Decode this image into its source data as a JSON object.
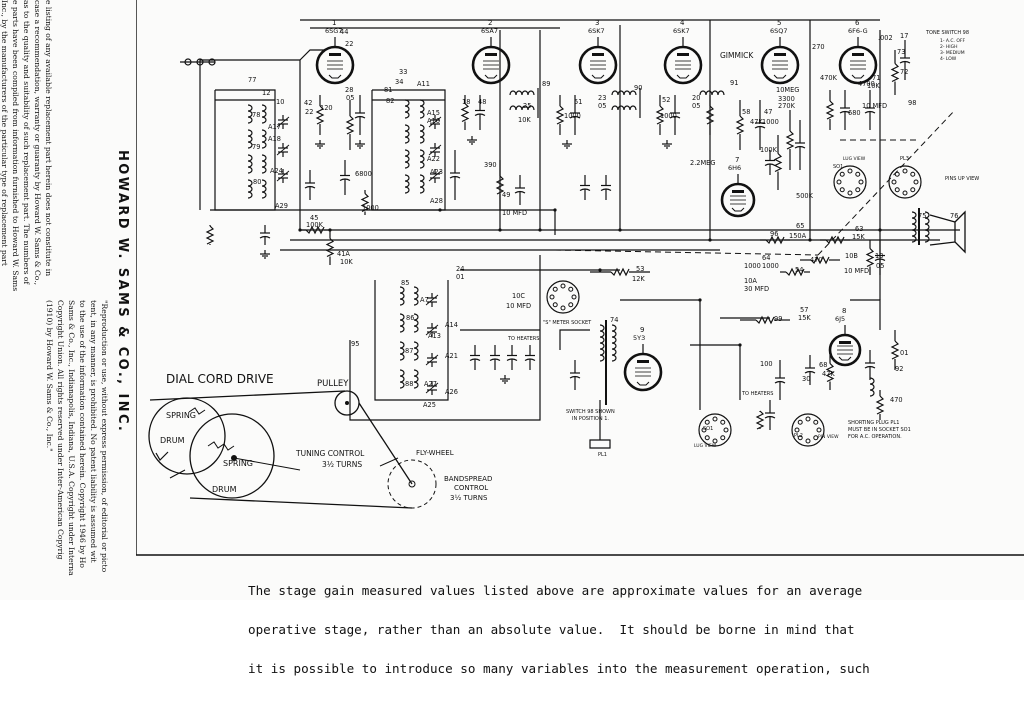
{
  "side_legal": {
    "column_1": [
      "e listing of any available replacement part herein does not constitute in",
      "case a recommendation, warranty or guaranty by Howard W. Sams & Co.,",
      "as to the quality and suitability of such replacement part. The numbers of",
      "e parts have been compiled from information furnished to Howard W. Sams",
      "Inc., by the manufacturers of the particular type of replacement part",
      "Co.,"
    ],
    "column_2": [
      "\"Reproduction or use, without express permission, of editorial or picto",
      "tent, in any manner, is prohibited. No patent liability is assumed wit",
      "to the use of the information contained herein. Copyright 1946 by Ho",
      "Copyright Union. All rights reserved under Inter-American Copyrig",
      "(1910) by Howard W. Sams & Co., Inc.\""
    ],
    "column_2_mid": "Sams & Co., Inc., Indianapolis, Indiana, U.S.A. Copyright under Interna"
  },
  "brand": "HOWARD W. SAMS & CO., INC.",
  "tubes": [
    {
      "num": "1",
      "type": "6SG7"
    },
    {
      "num": "2",
      "type": "6SA7"
    },
    {
      "num": "3",
      "type": "6SK7"
    },
    {
      "num": "4",
      "type": "6SK7"
    },
    {
      "num": "5",
      "type": "6SQ7"
    },
    {
      "num": "6",
      "type": "6F6-G"
    },
    {
      "num": "7",
      "type": "6H6"
    },
    {
      "num": "8",
      "type": "6J5"
    },
    {
      "num": "9",
      "type": "5Y3"
    }
  ],
  "labels": {
    "gimmick": "GIMMICK",
    "tone_switch_title": "TONE SWITCH 98",
    "tone_positions": [
      "1- A.C. OFF",
      "2- HIGH",
      "3- MEDIUM",
      "4- LOW"
    ],
    "pins_up_view": "PINS UP VIEW",
    "s_meter_socket": "\"S\" METER SOCKET",
    "to_heaters_1": "TO HEATERS",
    "to_heaters_2": "TO HEATERS",
    "switch_note_1": "SWITCH 98 SHOWN",
    "switch_note_2": "IN POSITION 1.",
    "lug_view_1": "LUG VIEW",
    "lug_view_2": "LUG VIEW",
    "pin_view": "PIN VIEW",
    "shorting_note_1": "SHORTING PLUG PL1",
    "shorting_note_2": "MUST BE IN SOCKET SO1",
    "shorting_note_3": "FOR A.C. OPERATION.",
    "so1_a": "SO1",
    "so1_b": "SO1",
    "pl1": "PL1",
    "pl2": "PL2",
    "pl3": "PL3"
  },
  "dial_cord": {
    "title": "DIAL CORD DRIVE",
    "pulley": "PULLEY",
    "spring_1": "SPRING",
    "spring_2": "SPRING",
    "drum_1": "DRUM",
    "drum_2": "DRUM",
    "tuning_1": "TUNING CONTROL",
    "tuning_2": "3½ TURNS",
    "flywheel": "FLY-WHEEL",
    "bandspread_1": "BANDSPREAD",
    "bandspread_2": "CONTROL",
    "bandspread_3": "3½ TURNS"
  },
  "component_values": [
    {
      "id": "c1",
      "text": "44"
    },
    {
      "id": "c2",
      "text": "22"
    },
    {
      "id": "c3",
      "text": "120"
    },
    {
      "id": "c4",
      "text": "28"
    },
    {
      "id": "c5",
      "text": "05"
    },
    {
      "id": "c6",
      "text": "42"
    },
    {
      "id": "c7",
      "text": "22"
    },
    {
      "id": "c8",
      "text": "77"
    },
    {
      "id": "c9",
      "text": "12"
    },
    {
      "id": "c10",
      "text": "10"
    },
    {
      "id": "c11",
      "text": "78"
    },
    {
      "id": "c12",
      "text": "A17"
    },
    {
      "id": "c13",
      "text": "A18"
    },
    {
      "id": "c14",
      "text": "79"
    },
    {
      "id": "c15",
      "text": "A24"
    },
    {
      "id": "c16",
      "text": "80"
    },
    {
      "id": "c17",
      "text": "A29"
    },
    {
      "id": "c18",
      "text": "81"
    },
    {
      "id": "c19",
      "text": "33"
    },
    {
      "id": "c20",
      "text": "34"
    },
    {
      "id": "c21",
      "text": "A11"
    },
    {
      "id": "c22",
      "text": "82"
    },
    {
      "id": "c23",
      "text": "A15"
    },
    {
      "id": "c24",
      "text": "A16"
    },
    {
      "id": "c25",
      "text": "A22"
    },
    {
      "id": "c26",
      "text": "A23"
    },
    {
      "id": "c27",
      "text": "A28"
    },
    {
      "id": "c28",
      "text": "6800"
    },
    {
      "id": "c29",
      "text": "1000"
    },
    {
      "id": "c30",
      "text": "390"
    },
    {
      "id": "c31",
      "text": "49"
    },
    {
      "id": "c32",
      "text": "10 MFD"
    },
    {
      "id": "c33",
      "text": "18"
    },
    {
      "id": "c34",
      "text": "48"
    },
    {
      "id": "c35",
      "text": "89"
    },
    {
      "id": "c36",
      "text": "25"
    },
    {
      "id": "c37",
      "text": "51"
    },
    {
      "id": "c38",
      "text": "1000"
    },
    {
      "id": "c39",
      "text": "10K"
    },
    {
      "id": "c40",
      "text": "23"
    },
    {
      "id": "c41",
      "text": "05"
    },
    {
      "id": "c42",
      "text": "90"
    },
    {
      "id": "c43",
      "text": "52"
    },
    {
      "id": "c44",
      "text": "1000"
    },
    {
      "id": "c45",
      "text": "20"
    },
    {
      "id": "c46",
      "text": "05"
    },
    {
      "id": "c47",
      "text": "2.2MEG"
    },
    {
      "id": "c48",
      "text": "91"
    },
    {
      "id": "c49",
      "text": "58"
    },
    {
      "id": "c50",
      "text": "47K"
    },
    {
      "id": "c51",
      "text": "47"
    },
    {
      "id": "c52",
      "text": "1000"
    },
    {
      "id": "c53",
      "text": "10MEG"
    },
    {
      "id": "c54",
      "text": "270K"
    },
    {
      "id": "c55",
      "text": "3300"
    },
    {
      "id": "c56",
      "text": "270"
    },
    {
      "id": "c57",
      "text": "470K"
    },
    {
      "id": "c58",
      "text": "4700"
    },
    {
      "id": "c59",
      "text": "680"
    },
    {
      "id": "c60",
      "text": "10K"
    },
    {
      "id": "c61",
      "text": "10 MFD"
    },
    {
      "id": "c62",
      "text": "100K"
    },
    {
      "id": "c63",
      "text": "500K"
    },
    {
      "id": "c64",
      "text": "45"
    },
    {
      "id": "c65",
      "text": "100K"
    },
    {
      "id": "c66",
      "text": "41A"
    },
    {
      "id": "c67",
      "text": "10K"
    },
    {
      "id": "c68",
      "text": "24"
    },
    {
      "id": "c69",
      "text": "01"
    },
    {
      "id": "c70",
      "text": "85"
    },
    {
      "id": "c71",
      "text": "A7"
    },
    {
      "id": "c72",
      "text": "86"
    },
    {
      "id": "c73",
      "text": "A14"
    },
    {
      "id": "c74",
      "text": "A13"
    },
    {
      "id": "c75",
      "text": "87"
    },
    {
      "id": "c76",
      "text": "A21"
    },
    {
      "id": "c77",
      "text": "88"
    },
    {
      "id": "c78",
      "text": "A27"
    },
    {
      "id": "c79",
      "text": "A25"
    },
    {
      "id": "c80",
      "text": "A26"
    },
    {
      "id": "c81",
      "text": "95"
    },
    {
      "id": "c82",
      "text": "10C"
    },
    {
      "id": "c83",
      "text": "10 MFD"
    },
    {
      "id": "c84",
      "text": "53"
    },
    {
      "id": "c85",
      "text": "12K"
    },
    {
      "id": "c86",
      "text": "63"
    },
    {
      "id": "c87",
      "text": "15K"
    },
    {
      "id": "c88",
      "text": "1000"
    },
    {
      "id": "c89",
      "text": "10A"
    },
    {
      "id": "c90",
      "text": "30 MFD"
    },
    {
      "id": "c91",
      "text": "10B"
    },
    {
      "id": "c92",
      "text": "10 MFD"
    },
    {
      "id": "c93",
      "text": "13"
    },
    {
      "id": "c94",
      "text": "05"
    },
    {
      "id": "c95",
      "text": "57"
    },
    {
      "id": "c96",
      "text": "15K"
    },
    {
      "id": "c97",
      "text": "74"
    },
    {
      "id": "c98",
      "text": "100"
    },
    {
      "id": "c99",
      "text": "30"
    },
    {
      "id": "c100",
      "text": "68"
    },
    {
      "id": "c101",
      "text": "47K"
    },
    {
      "id": "c102",
      "text": "470"
    },
    {
      "id": "c103",
      "text": "01"
    },
    {
      "id": "c104",
      "text": "92"
    },
    {
      "id": "c105",
      "text": "75"
    },
    {
      "id": "c106",
      "text": "76"
    },
    {
      "id": "c107",
      "text": "96"
    },
    {
      "id": "c108",
      "text": "65"
    },
    {
      "id": "c109",
      "text": "150A"
    },
    {
      "id": "c110",
      "text": "64"
    },
    {
      "id": "c111",
      "text": "1000"
    },
    {
      "id": "c112",
      "text": "54"
    },
    {
      "id": "c113",
      "text": "470"
    },
    {
      "id": "c114",
      "text": "71"
    },
    {
      "id": "c115",
      "text": "72"
    },
    {
      "id": "c116",
      "text": "73"
    },
    {
      "id": "c117",
      "text": "17"
    },
    {
      "id": "c118",
      "text": ".002"
    },
    {
      "id": "c119",
      "text": "98"
    },
    {
      "id": "c120",
      "text": "99"
    }
  ],
  "caption": [
    "The stage gain measured values listed above are approximate values for an average",
    "operative stage, rather than an absolute value.  It should be borne in mind that",
    "it is possible to introduce so many variables into the measurement operation, such"
  ]
}
